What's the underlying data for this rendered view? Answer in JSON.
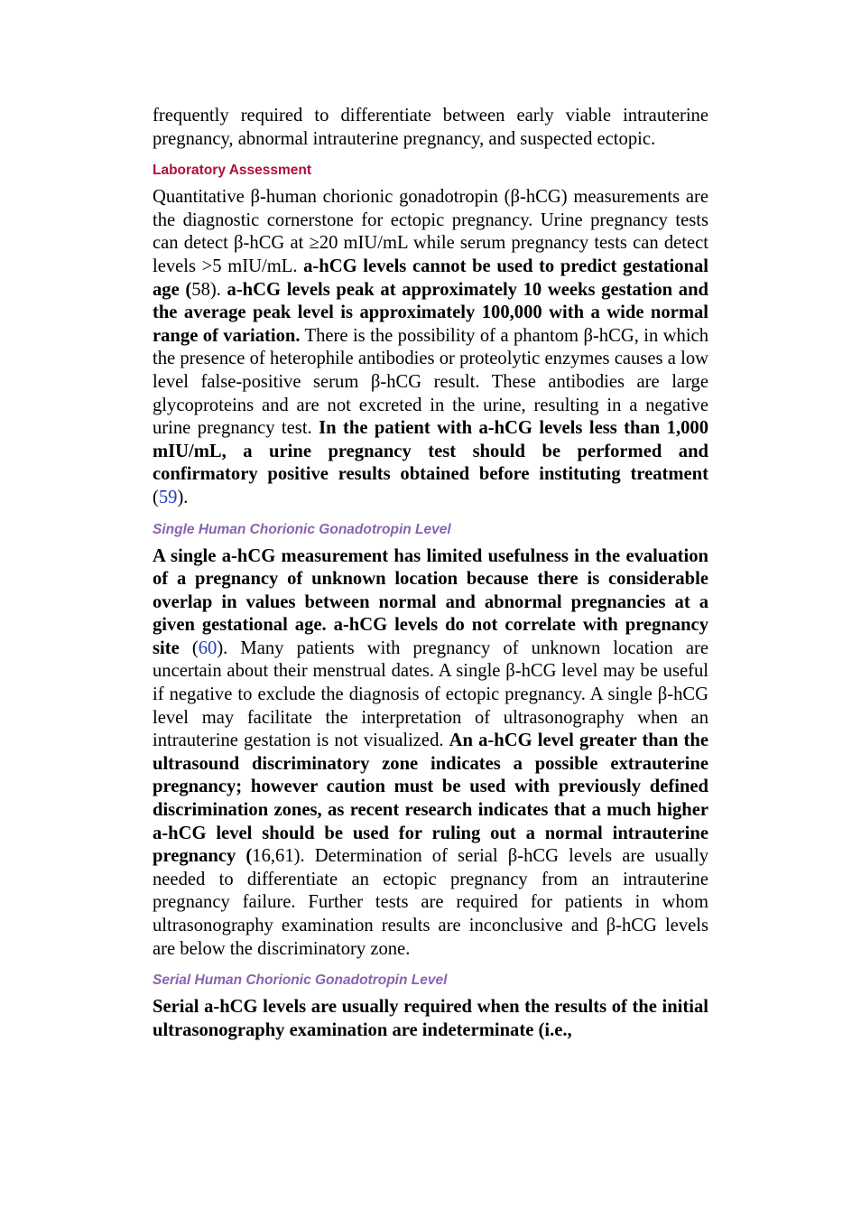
{
  "intro": "frequently required to differentiate between early viable intrauterine pregnancy, abnormal intrauterine pregnancy, and suspected ectopic.",
  "lab": {
    "heading": "Laboratory Assessment",
    "s1": "Quantitative β-human chorionic gonadotropin (β-hCG) measurements are the diagnostic cornerstone for ectopic pregnancy. Urine pregnancy tests can detect β-hCG at ≥20 mIU/mL while serum pregnancy tests can detect levels >5 mIU/mL. ",
    "b1": "a-hCG levels cannot be used to predict gestational age (",
    "s2": "58). ",
    "b2": "a-hCG levels peak at approximately 10 weeks gestation and the average peak level is approximately 100,000 with a wide normal range of variation.",
    "s3": " There is the possibility of a phantom β-hCG, in which the presence of heterophile antibodies or proteolytic enzymes causes a low level false-positive serum β-hCG result. These antibodies are large glycoproteins and are not excreted in the urine, resulting in a negative urine pregnancy test. ",
    "b3": "In the patient with a-hCG levels less than 1,000 mIU/mL, a urine pregnancy test should be performed and confirmatory positive results obtained before instituting treatment",
    "s4": " (",
    "ref": "59",
    "s5": ")."
  },
  "single": {
    "heading": "Single Human Chorionic Gonadotropin Level",
    "b1": "A single a-hCG measurement has limited usefulness in the evaluation of a pregnancy of unknown location because there is considerable overlap in values between normal and abnormal pregnancies at a given gestational age. a-hCG levels do not correlate with pregnancy site",
    "s1": " (",
    "ref": "60",
    "s2": "). Many patients with pregnancy of unknown location are uncertain about their menstrual dates. A single β-hCG level may be useful if negative to exclude the diagnosis of ectopic pregnancy. A single β-hCG level may facilitate the interpretation of ultrasonography when an intrauterine gestation is not visualized. ",
    "b2": "An a-hCG level greater than the ultrasound discriminatory zone indicates a possible extrauterine pregnancy; however caution must be used with previously defined discrimination zones, as recent research indicates that a much higher a-hCG level should be used for ruling out a normal intrauterine pregnancy (",
    "s3": "16,61). Determination of serial β-hCG levels are usually needed to differentiate an ectopic pregnancy from an intrauterine pregnancy failure. Further tests are required for patients in whom ultrasonography examination results are inconclusive and β-hCG levels are below the discriminatory zone."
  },
  "serial": {
    "heading": "Serial Human Chorionic Gonadotropin Level",
    "b1": "Serial a-hCG levels are usually required when the results of the initial ultrasonography examination are indeterminate (i.e.,"
  },
  "colors": {
    "section_heading": "#b0103a",
    "subsection_heading": "#8a62b0",
    "reference_link": "#1f3fb8"
  }
}
